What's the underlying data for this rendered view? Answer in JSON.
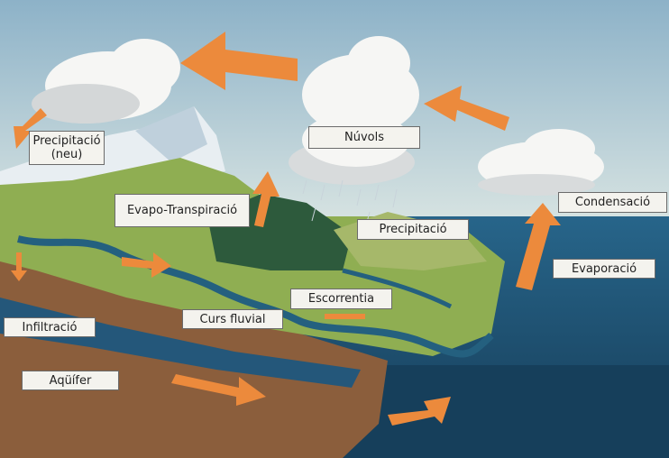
{
  "title": "Cicle de l'aigua",
  "labels": {
    "snow_precipitation": "Precipitació (neu)",
    "clouds": "Núvols",
    "evapotranspiration": "Evapo-Transpiració",
    "precipitation": "Precipitació",
    "condensation": "Condensació",
    "evaporation": "Evaporació",
    "runoff": "Escorrentia",
    "river": "Curs fluvial",
    "infiltration": "Infiltració",
    "aquifer": "Aqüífer"
  },
  "colors": {
    "sky_top": "#8db2c8",
    "sky_bottom": "#e4ece6",
    "sea": "#1f5876",
    "deep_sea": "#173f5a",
    "land": "#8fae52",
    "forest": "#2d5a3c",
    "soil": "#8b5e3c",
    "arrow": "#ec8a3c"
  }
}
